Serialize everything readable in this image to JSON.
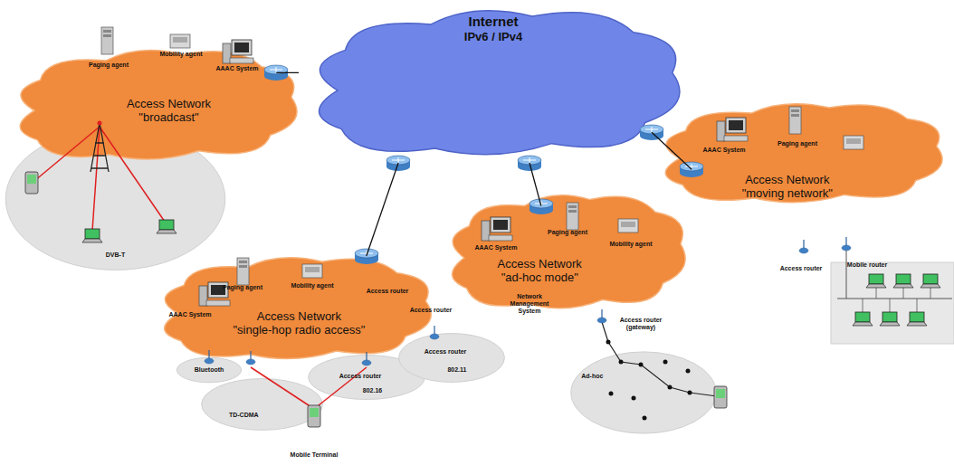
{
  "diagram": {
    "nodes": [
      {
        "text": [
          "Internet",
          "IPv6 / IPv4"
        ]
      },
      {
        "text": [
          "Access Network",
          "\"broadcast\""
        ]
      },
      {
        "text": [
          "DVB-T"
        ]
      },
      {
        "text": [
          "Access Network",
          "\"single-hop radio access\""
        ]
      },
      {
        "text": [
          "Bluetooth"
        ]
      },
      {
        "text": [
          "TD-CDMA"
        ]
      },
      {
        "text": [
          "802.16"
        ]
      },
      {
        "text": [
          "802.11"
        ]
      },
      {
        "text": [
          "Access Network",
          "\"ad-hoc mode\""
        ]
      },
      {
        "text": [
          "Ad-hoc"
        ]
      },
      {
        "text": [
          "Access Network",
          "\"moving network\""
        ]
      }
    ],
    "edges": [
      {
        "from": 0,
        "to": 1,
        "arrow": "none"
      },
      {
        "from": 0,
        "to": 3,
        "arrow": "none"
      },
      {
        "from": 0,
        "to": 8,
        "arrow": "none"
      },
      {
        "from": 0,
        "to": 10,
        "arrow": "none"
      }
    ],
    "labels": [
      "Paging agent",
      "Mobility agent",
      "AAAC System",
      "AAAC System",
      "Paging agent",
      "Mobility agent",
      "Access router",
      "Access router",
      "Access router",
      "Access router",
      "Mobile Terminal",
      "AAAC System",
      "Paging agent",
      "Mobility agent",
      "Network Management System",
      "Access router (gateway)",
      "AAAC System",
      "Paging agent",
      "Access router",
      "Mobile router"
    ]
  }
}
